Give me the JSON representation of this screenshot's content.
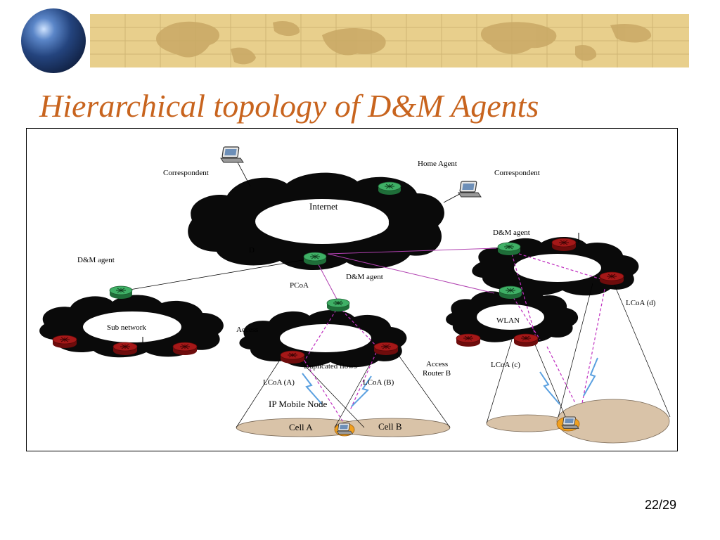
{
  "slide": {
    "title": "Hierarchical topology of D&M Agents",
    "page_number": "22/29"
  },
  "diagram": {
    "labels": {
      "correspondent_left": "Correspondent",
      "correspondent_right": "Correspondent",
      "home_agent": "Home Agent",
      "internet": "Internet",
      "dm_agent_left": "D&M agent",
      "dm_agent_right": "D&M agent",
      "dm_agent_center": "D&M agent",
      "d_partial": "D",
      "pcoa": "PCoA",
      "sub_network": "Sub network",
      "access_left": "Access",
      "duplicated_flows": "Duplicated flows",
      "access_router_b_line1": "Access",
      "access_router_b_line2": "Router B",
      "lcoa_a": "LCoA (A)",
      "lcoa_b": "LCoA (B)",
      "lcoa_c": "LCoA (c)",
      "lcoa_d": "LCoA (d)",
      "wlan": "WLAN",
      "ip_mobile_node": "IP Mobile Node",
      "cell_a": "Cell A",
      "cell_b": "Cell B"
    },
    "colors": {
      "title": "#c8641e",
      "router_green": "#2e9a52",
      "router_red": "#9a1414",
      "cloud": "#0a0a0a",
      "cell_fill": "#d9c3a8",
      "dashed_flow": "#c030c0",
      "radio_link": "#5aa0e0"
    }
  }
}
